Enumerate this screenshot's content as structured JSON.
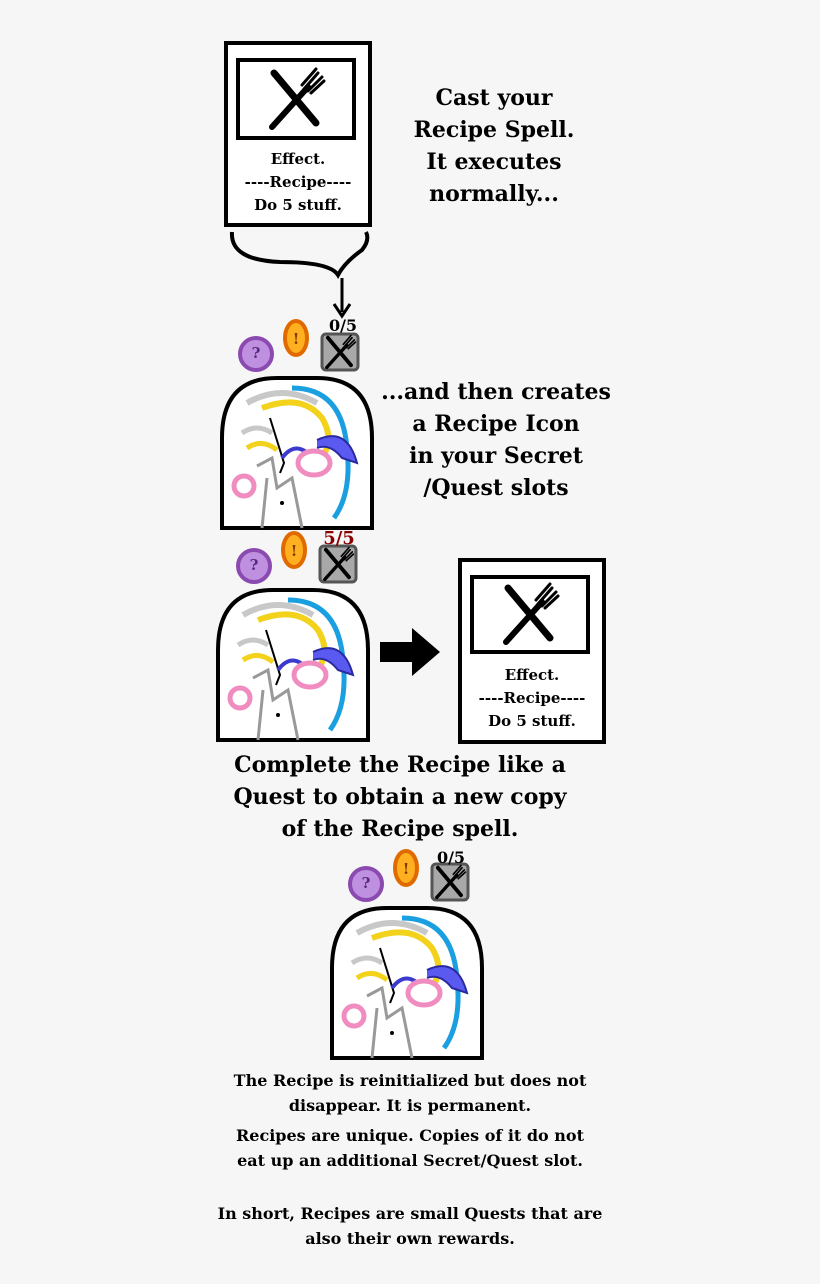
{
  "card": {
    "effect": "Effect.",
    "divider": "----Recipe----",
    "body": "Do 5 stuff."
  },
  "counters": {
    "initial": "0/5",
    "complete": "5/5",
    "reset": "0/5"
  },
  "captions": {
    "cast": "Cast your\nRecipe Spell.\nIt executes\nnormally...",
    "creates": "...and then creates\na Recipe Icon\nin your Secret\n/Quest slots",
    "complete": "Complete the Recipe like a\nQuest to obtain a new copy\nof the Recipe spell.",
    "reinit": "The Recipe is reinitialized but does not\ndisappear. It is permanent.",
    "unique": "Recipes are unique. Copies of it do not\neat up an additional Secret/Quest slot.",
    "summary": "In short, Recipes are small Quests that are\nalso their own rewards."
  },
  "icons": {
    "secret": "?",
    "quest": "!"
  },
  "colors": {
    "counter_default": "#000000",
    "counter_complete": "#8b0000",
    "secret": "#a070c8",
    "quest": "#f08a10",
    "recipe_slot": "#a8a8a8"
  }
}
